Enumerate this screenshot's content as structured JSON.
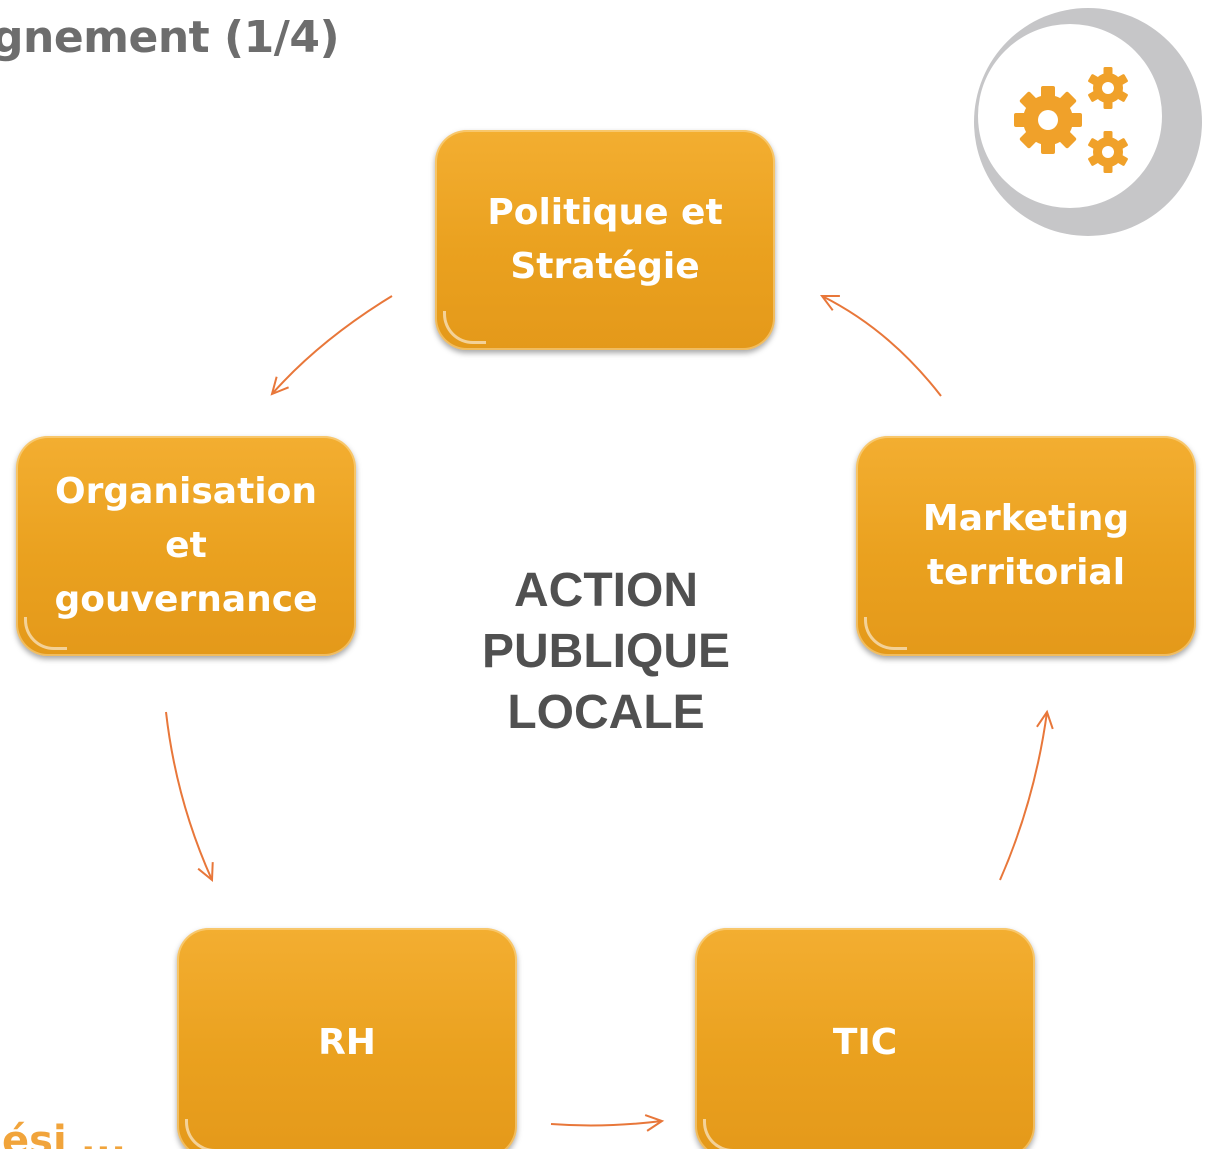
{
  "title": "gnement (1/4)",
  "bottom_fragment": "ési ...",
  "center": {
    "line1": "ACTION",
    "line2": "PUBLIQUE",
    "line3": "LOCALE"
  },
  "nodes": {
    "politique": {
      "line1": "Politique et",
      "line2": "Stratégie"
    },
    "organisation": {
      "line1": "Organisation",
      "line2": "et",
      "line3": "gouvernance"
    },
    "marketing": {
      "line1": "Marketing",
      "line2": "territorial"
    },
    "rh": {
      "label": "RH"
    },
    "tic": {
      "label": "TIC"
    }
  },
  "colors": {
    "node_fill": "#eca524",
    "arrow": "#e8773a",
    "title": "#6d6d6d",
    "center_text": "#505050",
    "icon_gear": "#f0a12a",
    "icon_crescent": "#c6c6c8"
  },
  "icon": "gears-icon"
}
